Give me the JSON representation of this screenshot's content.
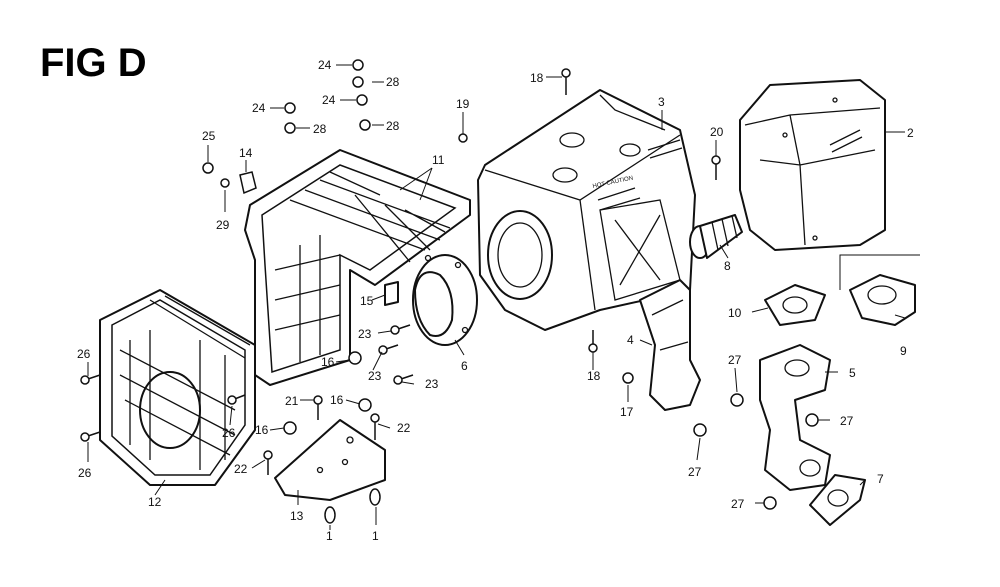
{
  "figure": {
    "title": "FIG D",
    "stamp": "HOT CAUTION"
  },
  "callouts": [
    {
      "id": "c1",
      "label": "1"
    },
    {
      "id": "c1b",
      "label": "1"
    },
    {
      "id": "c2",
      "label": "2"
    },
    {
      "id": "c3",
      "label": "3"
    },
    {
      "id": "c4",
      "label": "4"
    },
    {
      "id": "c5",
      "label": "5"
    },
    {
      "id": "c6",
      "label": "6"
    },
    {
      "id": "c7",
      "label": "7"
    },
    {
      "id": "c8",
      "label": "8"
    },
    {
      "id": "c9",
      "label": "9"
    },
    {
      "id": "c10",
      "label": "10"
    },
    {
      "id": "c11",
      "label": "11"
    },
    {
      "id": "c12",
      "label": "12"
    },
    {
      "id": "c13",
      "label": "13"
    },
    {
      "id": "c14",
      "label": "14"
    },
    {
      "id": "c15",
      "label": "15"
    },
    {
      "id": "c16a",
      "label": "16"
    },
    {
      "id": "c16b",
      "label": "16"
    },
    {
      "id": "c16c",
      "label": "16"
    },
    {
      "id": "c17",
      "label": "17"
    },
    {
      "id": "c18a",
      "label": "18"
    },
    {
      "id": "c18b",
      "label": "18"
    },
    {
      "id": "c19",
      "label": "19"
    },
    {
      "id": "c20",
      "label": "20"
    },
    {
      "id": "c21",
      "label": "21"
    },
    {
      "id": "c22a",
      "label": "22"
    },
    {
      "id": "c22b",
      "label": "22"
    },
    {
      "id": "c23a",
      "label": "23"
    },
    {
      "id": "c23b",
      "label": "23"
    },
    {
      "id": "c23c",
      "label": "23"
    },
    {
      "id": "c24a",
      "label": "24"
    },
    {
      "id": "c24b",
      "label": "24"
    },
    {
      "id": "c24c",
      "label": "24"
    },
    {
      "id": "c25",
      "label": "25"
    },
    {
      "id": "c26a",
      "label": "26"
    },
    {
      "id": "c26b",
      "label": "26"
    },
    {
      "id": "c26c",
      "label": "26"
    },
    {
      "id": "c27a",
      "label": "27"
    },
    {
      "id": "c27b",
      "label": "27"
    },
    {
      "id": "c27c",
      "label": "27"
    },
    {
      "id": "c27d",
      "label": "27"
    },
    {
      "id": "c28a",
      "label": "28"
    },
    {
      "id": "c28b",
      "label": "28"
    },
    {
      "id": "c28c",
      "label": "28"
    },
    {
      "id": "c29",
      "label": "29"
    }
  ]
}
